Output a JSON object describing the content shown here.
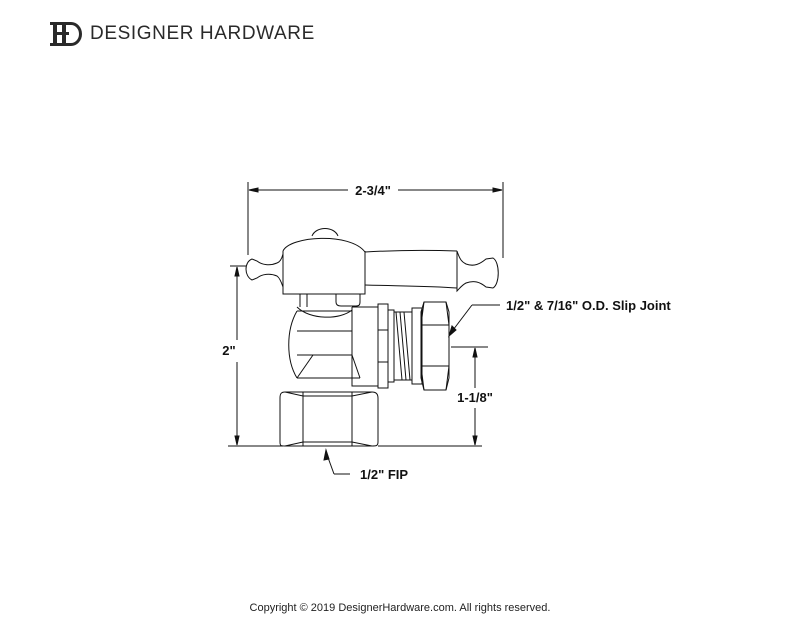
{
  "header": {
    "logo_icon": "dh-monogram-icon",
    "brand_name": "DESIGNER HARDWARE"
  },
  "drawing": {
    "title": "Angle stop valve dimension drawing",
    "dimensions": {
      "overall_width": "2-3/4\"",
      "overall_height": "2\"",
      "outlet_height": "1-1/8\""
    },
    "callouts": {
      "outlet": "1/2\" & 7/16\" O.D. Slip Joint",
      "inlet": "1/2\" FIP"
    },
    "line_color": "#111111"
  },
  "footer": {
    "copyright": "Copyright © 2019 DesignerHardware.com. All rights reserved."
  }
}
